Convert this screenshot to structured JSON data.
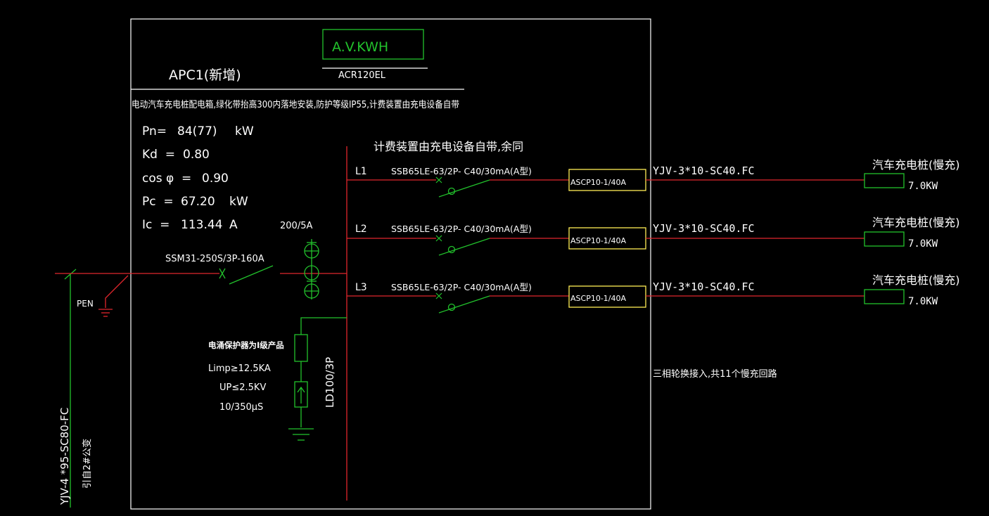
{
  "panel": {
    "meter_box": "A.V.KWH",
    "meter_model": "ACR120EL",
    "name": "APC1(新增)",
    "description": "电动汽车充电桩配电箱,绿化带抬高300内落地安装,防护等级IP55,计费装置由充电设备自带",
    "params": [
      {
        "label": "Pn=",
        "value": "84(77)",
        "unit": "kW"
      },
      {
        "label": "Kd  =",
        "value": "0.80",
        "unit": ""
      },
      {
        "label": "cos φ  =",
        "value": "0.90",
        "unit": ""
      },
      {
        "label": "Pc  =",
        "value": "67.20",
        "unit": "kW"
      },
      {
        "label": "Ic  =",
        "value": "113.44",
        "unit": "A"
      }
    ],
    "ct_ratio": "200/5A",
    "main_breaker": "SSM31-250S/3P-160A",
    "pen_label": "PEN",
    "note_metering": "计费装置由充电设备自带,余同",
    "note_phase": "三相轮换接入,共11个慢充回路"
  },
  "incoming": {
    "cable": "YJV-4 *95-SC80-FC",
    "source": "引自2#公变"
  },
  "spd": {
    "title": "电涌保护器为I级产品",
    "limp": "Limp≥12.5KA",
    "up": "UP≤2.5KV",
    "wave": "10/350μS",
    "model": "LD100/3P"
  },
  "circuits": [
    {
      "phase": "L1",
      "breaker": "SSB65LE-63/2P- C40/30mA(A型)",
      "protector": "ASCP10-1/40A",
      "cable": "YJV-3*10-SC40.FC",
      "load": "汽车充电桩(慢充)",
      "power": "7.0KW"
    },
    {
      "phase": "L2",
      "breaker": "SSB65LE-63/2P- C40/30mA(A型)",
      "protector": "ASCP10-1/40A",
      "cable": "YJV-3*10-SC40.FC",
      "load": "汽车充电桩(慢充)",
      "power": "7.0KW"
    },
    {
      "phase": "L3",
      "breaker": "SSB65LE-63/2P- C40/30mA(A型)",
      "protector": "ASCP10-1/40A",
      "cable": "YJV-3*10-SC40.FC",
      "load": "汽车充电桩(慢充)",
      "power": "7.0KW"
    }
  ]
}
